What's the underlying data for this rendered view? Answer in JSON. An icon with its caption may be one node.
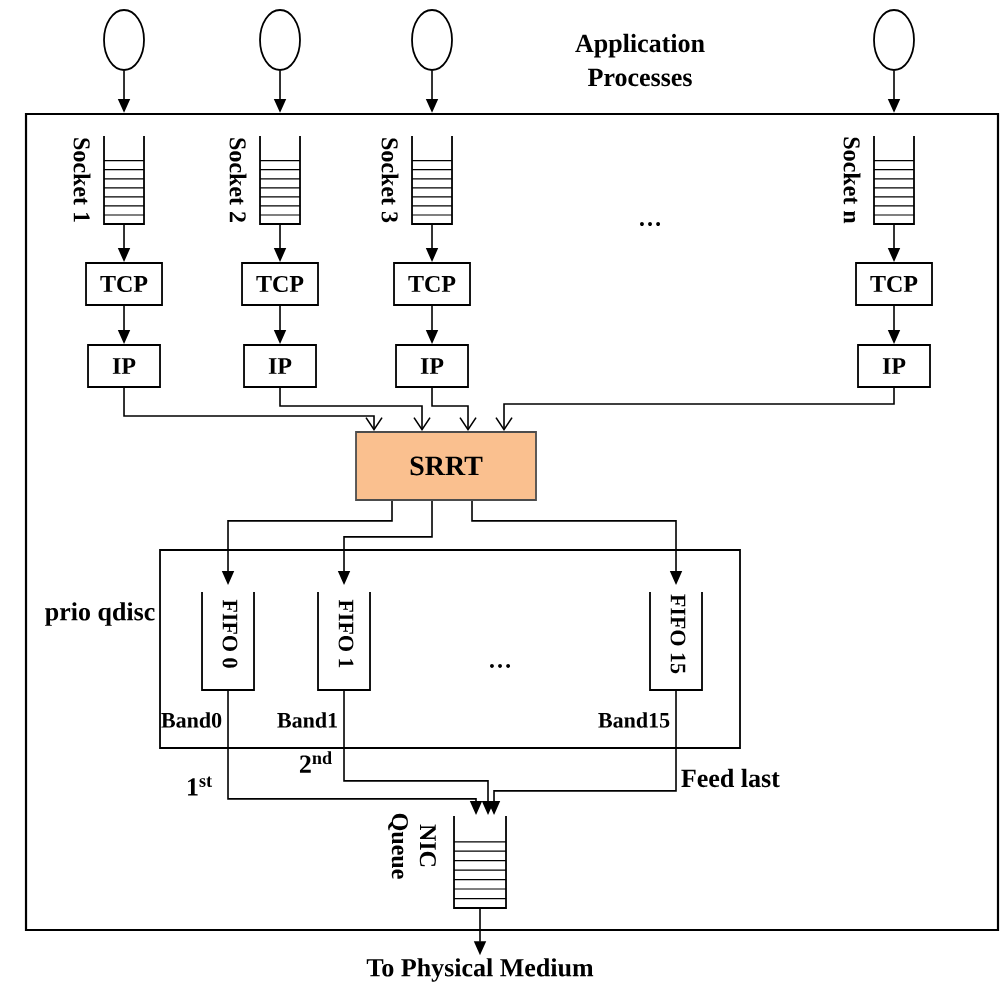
{
  "diagram": {
    "nodes": [
      {
        "text": [],
        "shape": "circle"
      },
      {
        "text": [],
        "shape": "circle"
      },
      {
        "text": [],
        "shape": "circle"
      },
      {
        "text": [],
        "shape": "circle"
      },
      {
        "text": [],
        "shape": "box"
      },
      {
        "text": [
          "Socket 1"
        ],
        "in": 4
      },
      {
        "text": [
          "Socket 2"
        ],
        "in": 4
      },
      {
        "text": [
          "Socket 3"
        ],
        "in": 4
      },
      {
        "text": [
          "Socket n"
        ],
        "in": 4
      },
      {
        "text": [
          "TCP"
        ],
        "in": 4
      },
      {
        "text": [
          "TCP"
        ],
        "in": 4
      },
      {
        "text": [
          "TCP"
        ],
        "in": 4
      },
      {
        "text": [
          "TCP"
        ],
        "in": 4
      },
      {
        "text": [
          "IP"
        ],
        "in": 4
      },
      {
        "text": [
          "IP"
        ],
        "in": 4
      },
      {
        "text": [
          "IP"
        ],
        "in": 4
      },
      {
        "text": [
          "IP"
        ],
        "in": 4
      },
      {
        "text": [
          "SRRT"
        ],
        "in": 4
      },
      {
        "text": [
          "prio qdisc"
        ],
        "in": 4
      },
      {
        "text": [
          "FIFO 0",
          "Band0"
        ],
        "in": 18
      },
      {
        "text": [
          "FIFO 1",
          "Band1"
        ],
        "in": 18
      },
      {
        "text": [
          "FIFO 15",
          "Band15"
        ],
        "in": 18
      },
      {
        "text": [
          "NIC Queue"
        ],
        "in": 4
      },
      {
        "text": [
          "To Physical Medium"
        ]
      }
    ],
    "edges": [
      {
        "from": 0,
        "to": 4,
        "arrow": "to"
      },
      {
        "from": 1,
        "to": 4,
        "arrow": "to"
      },
      {
        "from": 2,
        "to": 4,
        "arrow": "to"
      },
      {
        "from": 3,
        "to": 4,
        "arrow": "to"
      },
      {
        "from": 5,
        "to": 9,
        "arrow": "to"
      },
      {
        "from": 6,
        "to": 10,
        "arrow": "to"
      },
      {
        "from": 7,
        "to": 11,
        "arrow": "to"
      },
      {
        "from": 8,
        "to": 12,
        "arrow": "to"
      },
      {
        "from": 9,
        "to": 13,
        "arrow": "to"
      },
      {
        "from": 10,
        "to": 14,
        "arrow": "to"
      },
      {
        "from": 11,
        "to": 15,
        "arrow": "to"
      },
      {
        "from": 12,
        "to": 16,
        "arrow": "to"
      },
      {
        "from": 13,
        "to": 17,
        "arrow": "to"
      },
      {
        "from": 14,
        "to": 17,
        "arrow": "to"
      },
      {
        "from": 15,
        "to": 17,
        "arrow": "to"
      },
      {
        "from": 16,
        "to": 17,
        "arrow": "to"
      },
      {
        "from": 17,
        "to": 19,
        "arrow": "to"
      },
      {
        "from": 17,
        "to": 20,
        "arrow": "to"
      },
      {
        "from": 17,
        "to": 21,
        "arrow": "to"
      },
      {
        "from": 19,
        "to": 22,
        "arrow": "to",
        "label": "1$^{st}$"
      },
      {
        "from": 20,
        "to": 22,
        "arrow": "to",
        "label": "2$^{nd}$"
      },
      {
        "from": 21,
        "to": 22,
        "arrow": "to",
        "label": "Feed last"
      },
      {
        "from": 22,
        "to": 23,
        "arrow": "to"
      }
    ],
    "labels": [
      "Application Processes",
      "…",
      "…"
    ]
  }
}
